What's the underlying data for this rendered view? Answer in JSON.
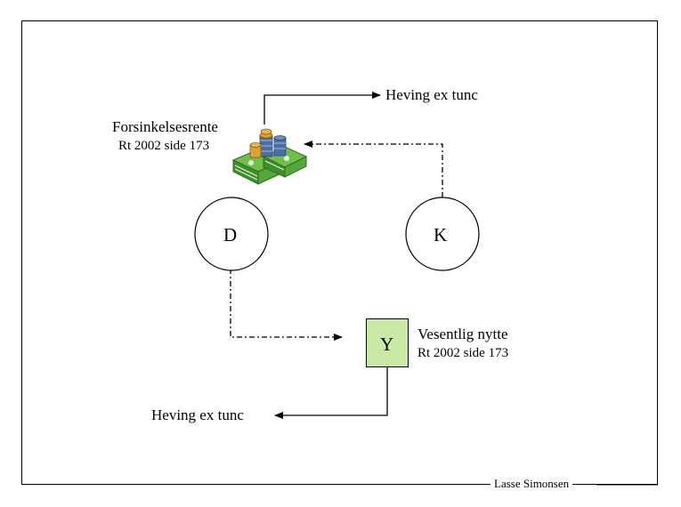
{
  "diagram": {
    "top_heving": "Heving ex tunc",
    "forsinkelse_title": "Forsinkelsesrente",
    "forsinkelse_ref": "Rt 2002 side 173",
    "node_d": "D",
    "node_k": "K",
    "node_y": "Y",
    "vesentlig_title": "Vesentlig nytte",
    "vesentlig_ref": "Rt 2002 side 173",
    "bottom_heving": "Heving ex tunc",
    "author": "Lasse Simonsen"
  },
  "colors": {
    "y_box_fill": "#c9e9a4",
    "money_green": "#3f8f2f",
    "coin_gold": "#d9a13a",
    "coin_blue": "#4a6fa5"
  },
  "icons": {
    "money": "money-stack-icon"
  }
}
